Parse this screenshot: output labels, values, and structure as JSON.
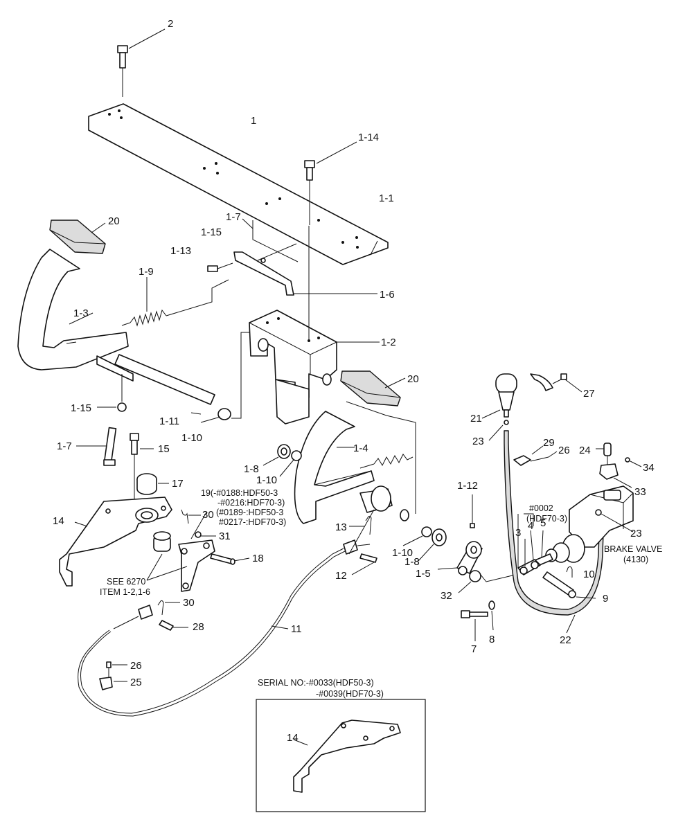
{
  "labels": {
    "p2": "2",
    "p1": "1",
    "p1_14": "1-14",
    "p1_1": "1-1",
    "p20a": "20",
    "p1_7a": "1-7",
    "p1_15a": "1-15",
    "p1_13": "1-13",
    "p1_9": "1-9",
    "p1_6": "1-6",
    "p1_3": "1-3",
    "p1_2": "1-2",
    "p20b": "20",
    "p27": "27",
    "p1_15b": "1-15",
    "p1_11": "1-11",
    "p1_10a": "1-10",
    "p1_7b": "1-7",
    "p15": "15",
    "p21": "21",
    "p23a": "23",
    "p1_4": "1-4",
    "p1_8a": "1-8",
    "p1_10b": "1-10",
    "p29": "29",
    "p26a": "26",
    "p24": "24",
    "p34": "34",
    "p17": "17",
    "p1_12": "1-12",
    "p33": "33",
    "p19_a": "19(-#0188:HDF50-3",
    "p19_b": "-#0216:HDF70-3)",
    "p19_c": "(#0189-:HDF50-3",
    "p19_d": "#0217-:HDF70-3)",
    "p14a": "14",
    "p30a": "30",
    "p31": "31",
    "p13": "13",
    "serial2_a": "#0002",
    "serial2_b": "(HDF70-3)",
    "p3": "3",
    "p4": "4",
    "p5": "5",
    "p23b": "23",
    "brake_valve": "BRAKE VALVE",
    "brake_valve_no": "(4130)",
    "p18": "18",
    "p1_10c": "1-10",
    "p1_8b": "1-8",
    "p12": "12",
    "p1_5": "1-5",
    "p10": "10",
    "p32": "32",
    "p9": "9",
    "see_a": "SEE 6270",
    "see_b": "ITEM 1-2,1-6",
    "p30b": "30",
    "p28": "28",
    "p11": "11",
    "p7": "7",
    "p8": "8",
    "p22": "22",
    "p26b": "26",
    "p25": "25",
    "serial_a": "SERIAL NO:-#0033(HDF50-3)",
    "serial_b": "-#0039(HDF70-3)",
    "p14b": "14"
  }
}
